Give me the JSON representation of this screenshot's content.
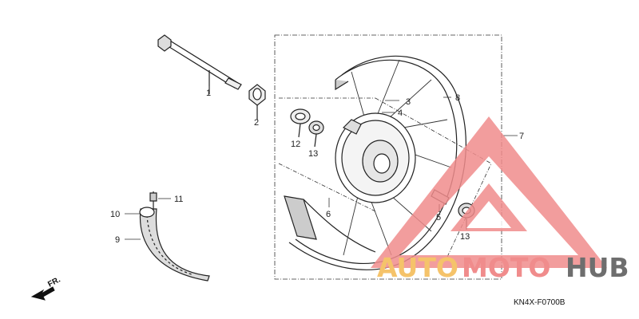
{
  "diagram": {
    "code": "KN4X-F0700B",
    "direction_label": "FR.",
    "callouts": {
      "c1": "1",
      "c2": "2",
      "c3": "3",
      "c4": "4",
      "c5": "5",
      "c6": "6",
      "c7": "7",
      "c8": "8",
      "c9": "9",
      "c10": "10",
      "c11": "11",
      "c12": "12",
      "c13a": "13",
      "c13b": "13"
    }
  },
  "watermark": {
    "part1": "AUTO",
    "part2": "MOTO",
    "part3": "HUB",
    "colors": {
      "logo_red": "#f08c8c",
      "auto_color": "#f5c36a",
      "moto_color": "#f08c8c",
      "hub_color": "#6e6e6e"
    }
  }
}
